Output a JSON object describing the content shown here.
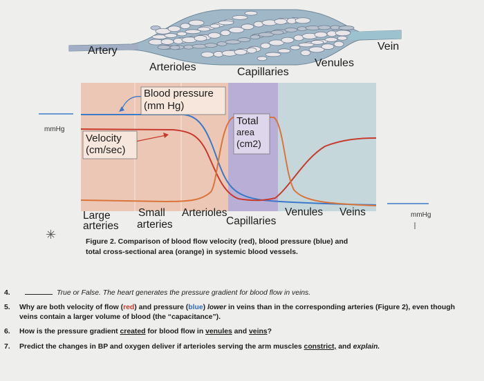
{
  "vessels": {
    "artery": "Artery",
    "arterioles": "Arterioles",
    "capillaries": "Capillaries",
    "venules": "Venules",
    "vein": "Vein"
  },
  "plot": {
    "pressure_label_line1": "Blood pressure",
    "pressure_label_line2": "(mm Hg)",
    "velocity_label_line1": "Velocity",
    "velocity_label_line2": "(cm/sec)",
    "area_label_line1": "Total",
    "area_label_line2": "area",
    "area_label_line3": "(cm2)"
  },
  "axis": {
    "large": "Large",
    "arteries1": "arteries",
    "small": "Small",
    "arteries2": "arteries",
    "arterioles": "Arterioles",
    "capillaries": "Capillaries",
    "venules": "Venules",
    "veins": "Veins"
  },
  "side": {
    "left_mmhg": "mmHg",
    "right_mmhg": "mmHg"
  },
  "caption": {
    "line1": "Figure 2. Comparison of blood flow velocity (red), blood pressure (blue) and",
    "line2": "total cross-sectional area (orange) in systemic blood vessels."
  },
  "questions": {
    "q4_num": "4.",
    "q4_text": "True or False.  The heart generates the pressure gradient for blood flow in veins.",
    "q5_num": "5.",
    "q5_a": "Why are both velocity of flow (",
    "q5_red": "red",
    "q5_b": ") and pressure (",
    "q5_blue": "blue",
    "q5_c": ") ",
    "q5_lower": "lower",
    "q5_d": " in veins than in the corresponding arteries (Figure 2), even though veins contain a larger volume of blood (the “capacitance”).",
    "q6_num": "6.",
    "q6_a": "How is the pressure gradient ",
    "q6_created": "created",
    "q6_b": " for blood flow in ",
    "q6_venules": "venules",
    "q6_c": " and ",
    "q6_veins": "veins",
    "q6_d": "?",
    "q7_num": "7.",
    "q7_a": "Predict the changes in BP and oxygen deliver if arterioles serving the arm muscles ",
    "q7_constrict": "constrict,",
    "q7_b": " and ",
    "q7_explain": "explain."
  },
  "colors": {
    "velocity": "#c73a2c",
    "pressure": "#3a78c8",
    "area": "#d8743a",
    "plot_bg": "#ecc9b8",
    "capillary_band": "#b6abd3",
    "venous_bg": "#c3d6da"
  }
}
